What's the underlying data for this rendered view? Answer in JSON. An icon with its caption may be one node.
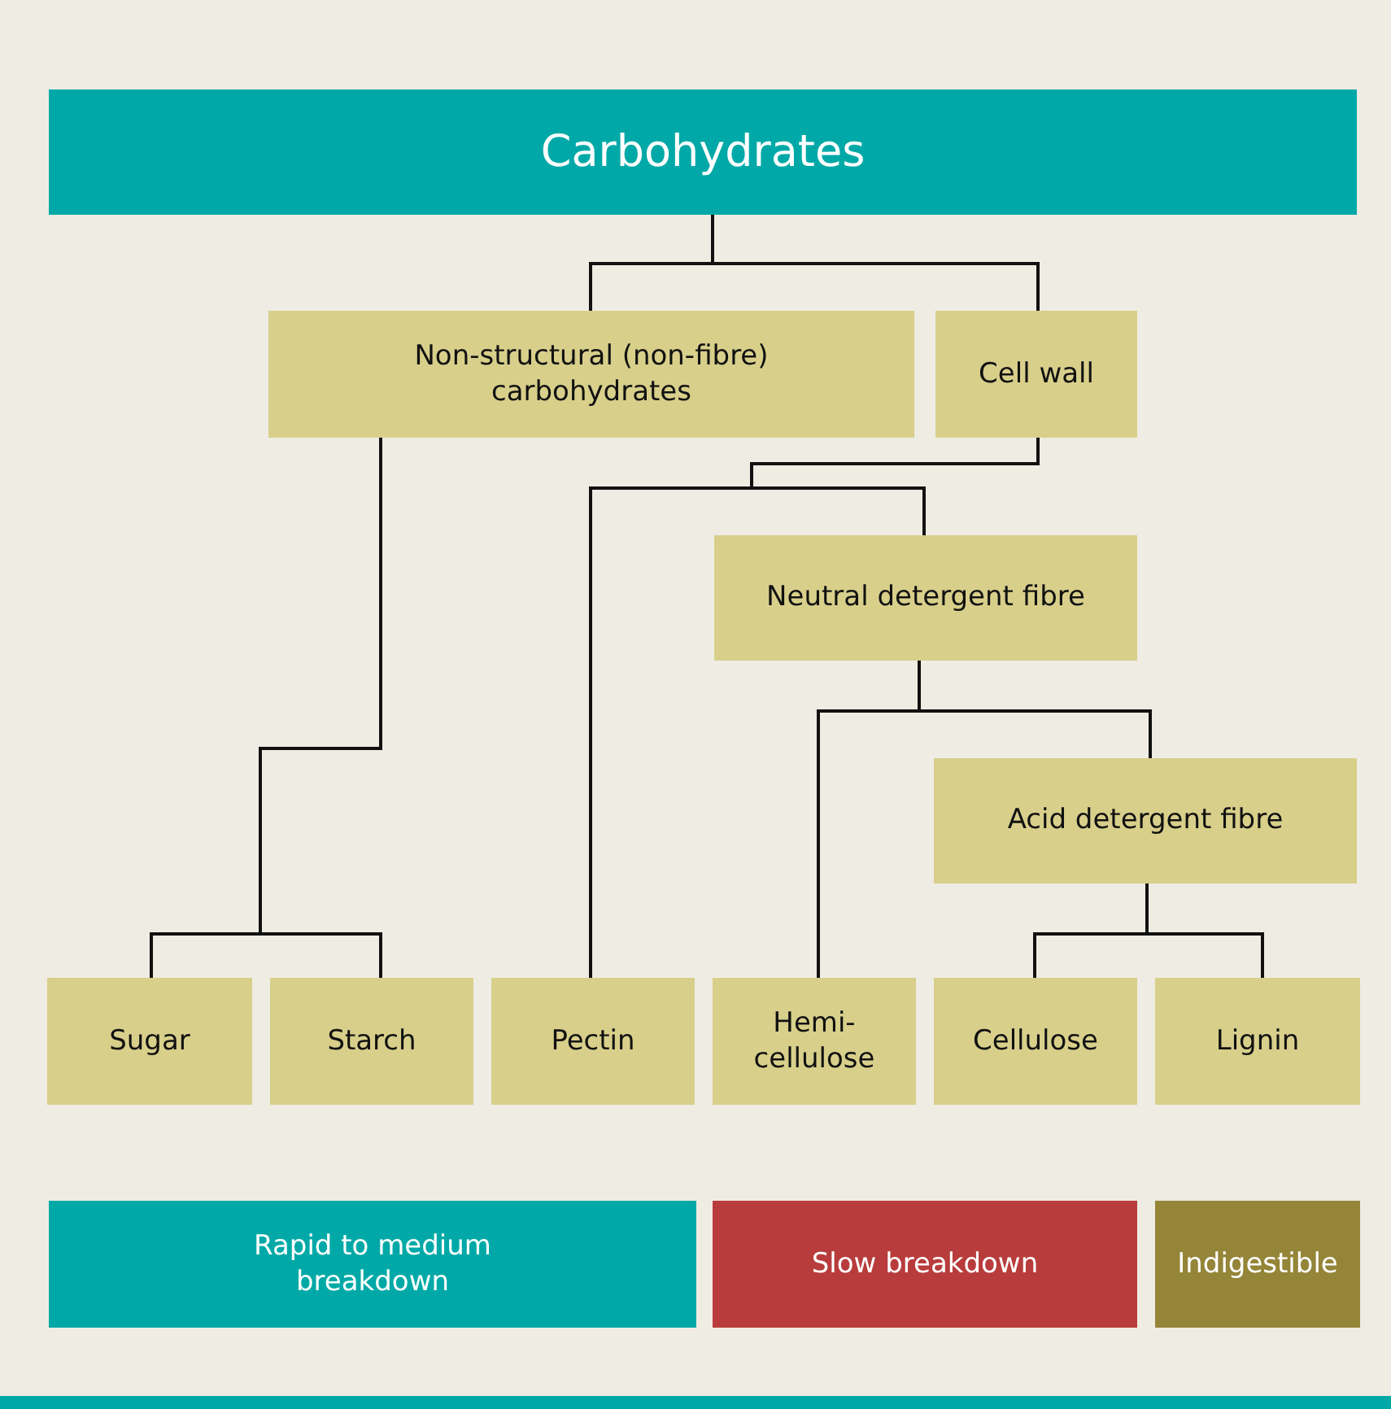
{
  "diagram": {
    "nodes": [
      {
        "text": [
          "Carbohydrates"
        ]
      },
      {
        "text": [
          "Non-structural (non-fibre) carbohydrates"
        ]
      },
      {
        "text": [
          "Cell wall"
        ]
      },
      {
        "text": [
          "Neutral detergent fibre"
        ]
      },
      {
        "text": [
          "Acid detergent fibre"
        ]
      },
      {
        "text": [
          "Sugar"
        ]
      },
      {
        "text": [
          "Starch"
        ]
      },
      {
        "text": [
          "Pectin"
        ]
      },
      {
        "text": [
          "Hemi- cellulose"
        ]
      },
      {
        "text": [
          "Cellulose"
        ]
      },
      {
        "text": [
          "Lignin"
        ]
      },
      {
        "text": [
          "Rapid to medium breakdown"
        ]
      },
      {
        "text": [
          "Slow breakdown"
        ]
      },
      {
        "text": [
          "Indigestible"
        ]
      }
    ],
    "edges": [
      {
        "from": 0,
        "to": 1,
        "arrow": "none"
      },
      {
        "from": 0,
        "to": 2,
        "arrow": "none"
      },
      {
        "from": 1,
        "to": 5,
        "arrow": "none"
      },
      {
        "from": 1,
        "to": 6,
        "arrow": "none"
      },
      {
        "from": 2,
        "to": 7,
        "arrow": "none"
      },
      {
        "from": 2,
        "to": 3,
        "arrow": "none"
      },
      {
        "from": 3,
        "to": 8,
        "arrow": "none"
      },
      {
        "from": 3,
        "to": 4,
        "arrow": "none"
      },
      {
        "from": 4,
        "to": 9,
        "arrow": "none"
      },
      {
        "from": 4,
        "to": 10,
        "arrow": "none"
      }
    ]
  }
}
